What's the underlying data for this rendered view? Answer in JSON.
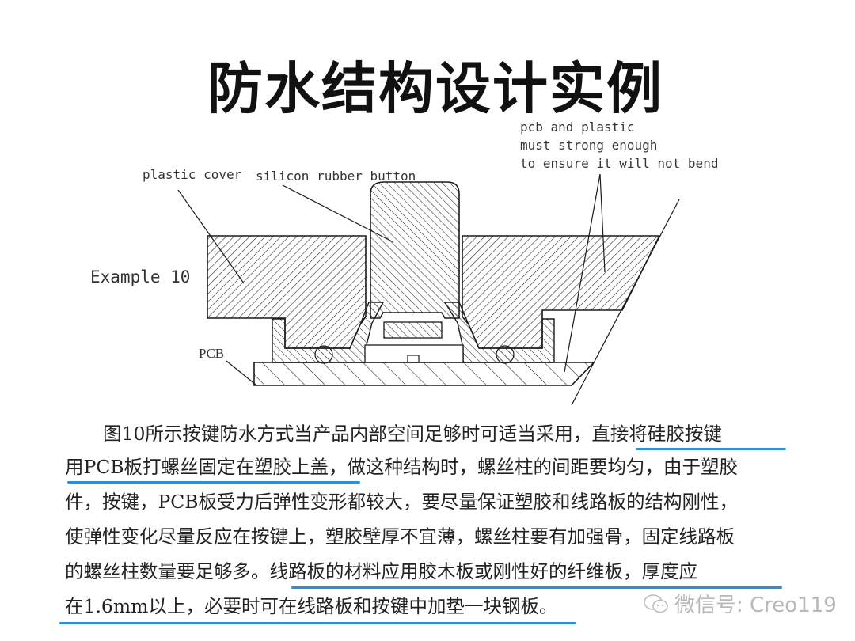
{
  "slide": {
    "title": "防水结构设计实例",
    "example_label": "Example 10"
  },
  "diagram": {
    "labels": {
      "plastic_cover": "plastic cover",
      "silicon_rubber_button": "silicon rubber button",
      "pcb": "PCB",
      "note_line1": "pcb and plastic",
      "note_line2": "must strong enough",
      "note_line3": "to ensure it will not bend"
    },
    "colors": {
      "stroke": "#1a1a1a",
      "hatch": "#2a2a2a",
      "background": "#ffffff"
    }
  },
  "body": {
    "lines": [
      "图10所示按键防水方式当产品内部空间足够时可适当采用，直接将硅胶按键",
      "用PCB板打螺丝固定在塑胶上盖，做这种结构时，螺丝柱的间距要均匀，由于塑胶",
      "件，按键，PCB板受力后弹性变形都较大，要尽量保证塑胶和线路板的结构刚性，",
      "使弹性变化尽量反应在按键上，塑胶壁厚不宜薄，螺丝柱要有加强骨，固定线路板",
      "的螺丝柱数量要足够多。线路板的材料应用胶木板或刚性好的纤维板，厚度应",
      "在1.6mm以上，必要时可在线路板和按键中加垫一块钢板。"
    ],
    "highlight_color": "#2b8fe0"
  },
  "watermark": {
    "icon": "wechat-icon",
    "text": "微信号: Creo119"
  }
}
